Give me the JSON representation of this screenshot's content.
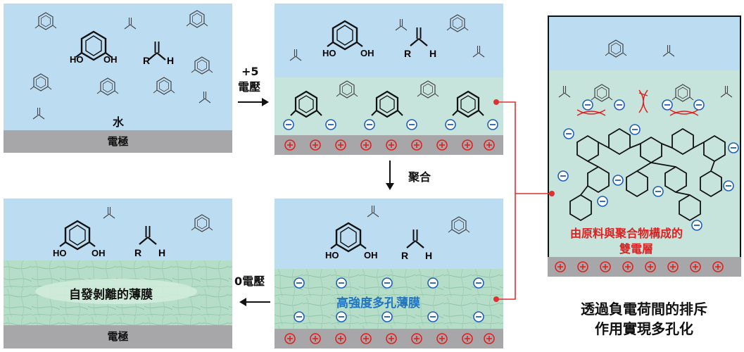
{
  "panel1": {
    "water_label": "水",
    "electrode_label": "電極"
  },
  "arrow1": {
    "voltage_line1": "+5",
    "voltage_line2": "電壓"
  },
  "arrow_polymerize": {
    "label": "聚合"
  },
  "arrow_release": {
    "label": "0電壓"
  },
  "panel3": {
    "film_label": "高強度多孔薄膜"
  },
  "panel4": {
    "film_label": "自發剝離的薄膜",
    "electrode_label": "電極"
  },
  "inset": {
    "label_line1": "由原料與聚合物構成的",
    "label_line2": "雙電層"
  },
  "caption": {
    "line1": "透過負電荷間的排斥",
    "line2": "作用實現多孔化"
  },
  "molecules": {
    "hydroxyl": "HO",
    "hydroxyl_right": "OH",
    "aldehyde_r": "R",
    "aldehyde_h": "H"
  },
  "colors": {
    "water": "#bcdcf2",
    "electrode": "#a7a7a9",
    "positive": "#e02020",
    "negative": "#1f5fb8",
    "film": "#b6ddc8",
    "connector": "#e03030"
  }
}
